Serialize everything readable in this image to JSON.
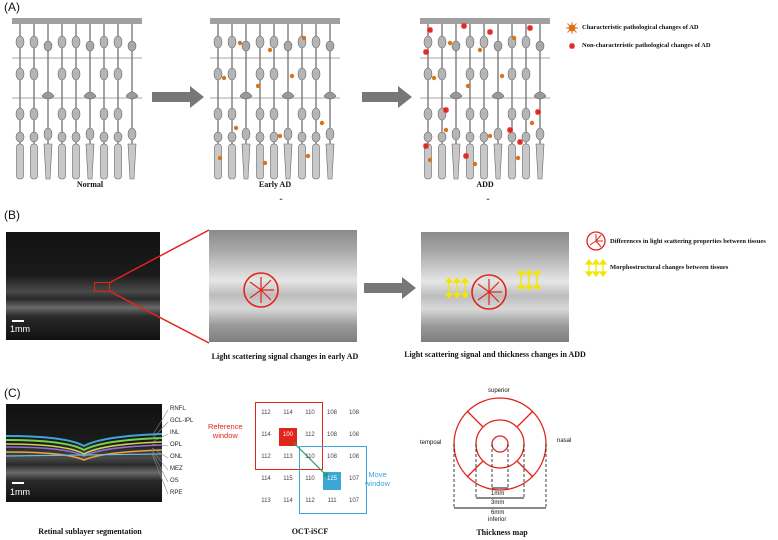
{
  "panels": {
    "a": {
      "letter": "(A)"
    },
    "b": {
      "letter": "(B)"
    },
    "c": {
      "letter": "(C)"
    }
  },
  "panel_a": {
    "captions": {
      "normal": "Normal",
      "early": "Early AD",
      "add": "ADD"
    },
    "legend": {
      "characteristic": "Characteristic pathological changes of AD",
      "noncharacteristic": "Non-characteristic pathological changes of AD"
    }
  },
  "panel_b": {
    "scale": "1mm",
    "caption_early": "Light scattering signal changes in early AD",
    "caption_add": "Light scattering signal and thickness changes in ADD",
    "legend": {
      "scattering": "Differences in light scattering properties between tissues",
      "morpho": "Morphostructural changes between tissues"
    }
  },
  "panel_c": {
    "scale": "1mm",
    "layers": [
      "RNFL",
      "GCL-IPL",
      "INL",
      "OPL",
      "ONL",
      "MEZ",
      "OS",
      "RPE"
    ],
    "caption_seg": "Retinal sublayer segmentation",
    "grid": [
      [
        "112",
        "114",
        "110",
        "108",
        "108"
      ],
      [
        "114",
        "100",
        "112",
        "108",
        "108"
      ],
      [
        "112",
        "113",
        "110",
        "108",
        "108"
      ],
      [
        "114",
        "115",
        "110",
        "125",
        "107"
      ],
      [
        "113",
        "114",
        "112",
        "111",
        "107"
      ]
    ],
    "reference_window": "Reference\nwindow",
    "move_window": "Move\nwindow",
    "caption_oct": "OCT-iSCF",
    "map": {
      "superior": "superior",
      "inferior": "inferior",
      "temporal": "tempoal",
      "nasal": "nasal",
      "d1": "1mm",
      "d2": "3mm",
      "d3": "6mm"
    },
    "caption_map": "Thickness map"
  },
  "colors": {
    "red": "#e0251b",
    "orange": "#d9731c",
    "blue_window": "#3aa7d8",
    "arrow_gray": "#777777",
    "double_arrow": "#5a7a9a",
    "yellow": "#f2e600"
  }
}
